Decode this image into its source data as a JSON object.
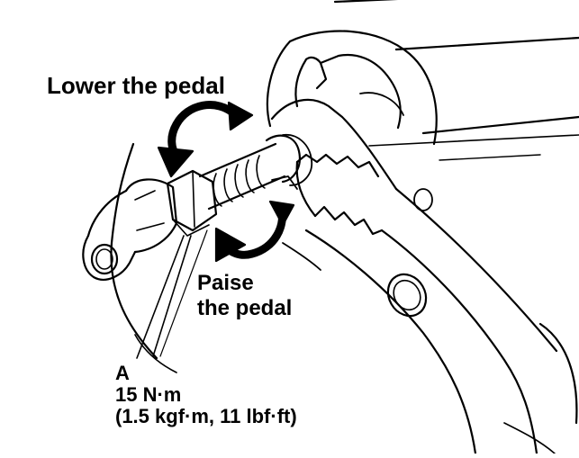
{
  "labels": {
    "lower_pedal": "Lower the pedal",
    "raise_pedal_line1": "Paise",
    "raise_pedal_line2": "the pedal",
    "part_letter": "A",
    "torque_si": "15 N·m",
    "torque_alt": "(1.5 kgf·m, 11 lbf·ft)"
  },
  "colors": {
    "ink": "#000000",
    "paper": "#ffffff"
  },
  "icons": {
    "lower_arrow": "curved-arrow-counterclockwise-icon",
    "raise_arrow": "curved-arrow-clockwise-icon"
  }
}
